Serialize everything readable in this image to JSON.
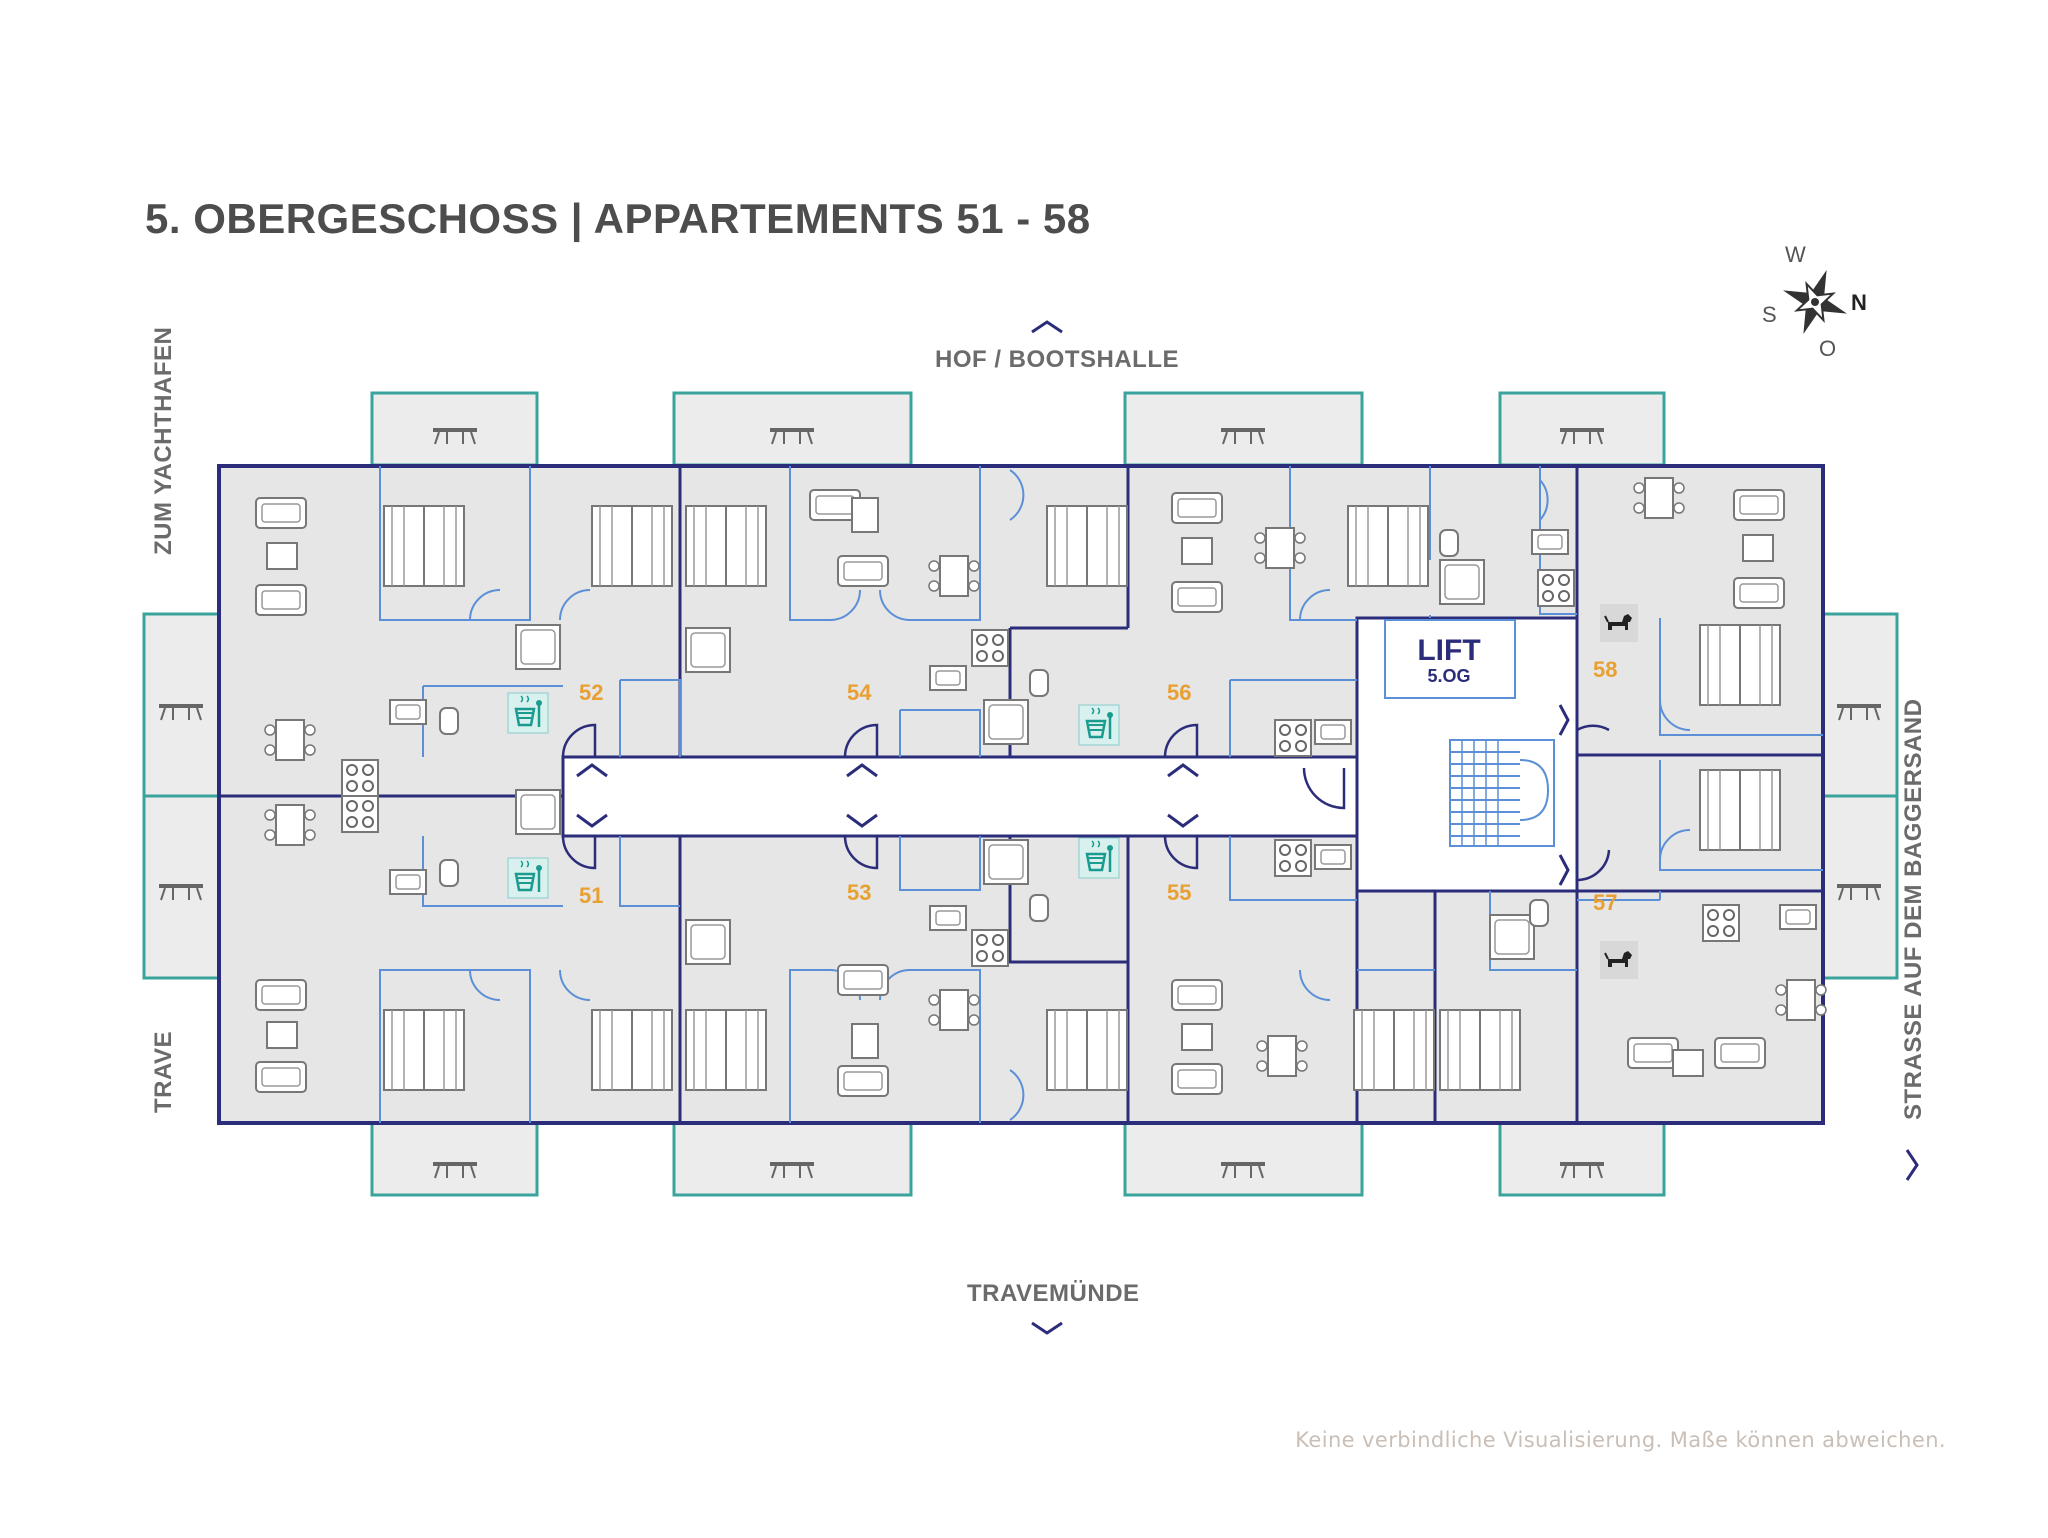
{
  "title": "5. OBERGESCHOSS | APPARTEMENTS 51 - 58",
  "directions": {
    "top": "HOF / BOOTSHALLE",
    "bottom": "TRAVEMÜNDE",
    "left_upper": "ZUM YACHTHAFEN",
    "left_lower": "TRAVE",
    "right": "STRASSE AUF DEM BAGGERSAND"
  },
  "compass": {
    "w": "W",
    "n": "N",
    "s": "S",
    "o": "O"
  },
  "lift": {
    "label": "LIFT",
    "floor": "5.OG"
  },
  "apartments": {
    "a51": "51",
    "a52": "52",
    "a53": "53",
    "a54": "54",
    "a55": "55",
    "a56": "56",
    "a57": "57",
    "a58": "58"
  },
  "disclaimer": "Keine verbindliche Visualisierung. Maße können abweichen.",
  "colors": {
    "accent": "#e8a032",
    "outline": "#2b2d7a",
    "balcony": "#3aa39c",
    "wall": "#5b8fd6"
  }
}
